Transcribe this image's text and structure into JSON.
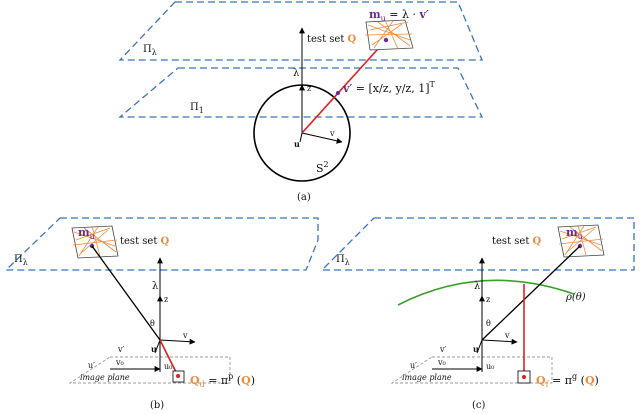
{
  "panel_a": {
    "top_plane": "Π",
    "top_plane_sub": "λ",
    "mid_plane": "Π",
    "mid_plane_sub": "1",
    "test_set": "test set",
    "Q": "Q",
    "mu_lhs": "m",
    "mu_sub": "u",
    "mu_rhs": " = λ · ",
    "v_prime": "v′",
    "lambda": "λ",
    "z": "z",
    "u": "u",
    "v": "v",
    "vprime_eq_lhs": "v′",
    "vprime_eq_rhs": " = [x/z, y/z, 1]",
    "transpose": "T",
    "sphere": "S",
    "sphere_exp": "2",
    "caption": "(a)"
  },
  "panel_b": {
    "plane": "Π",
    "plane_sub": "λ",
    "test_set": "test set",
    "Q": "Q",
    "mu": "m",
    "mu_sub": "u",
    "lambda": "λ",
    "z": "z",
    "theta": "θ",
    "u": "u",
    "v": "v",
    "u_prime": "u′",
    "v_prime": "v′",
    "u0": "u₀",
    "v0": "v₀",
    "image_plane": "image plane",
    "qd_lhs": "Q",
    "qd_sub": "d",
    "qd_eq": " = π",
    "qd_sup": "p",
    "qd_arg_open": " (",
    "qd_arg": "Q",
    "qd_arg_close": ")",
    "caption": "(b)"
  },
  "panel_c": {
    "plane": "Π",
    "plane_sub": "λ",
    "test_set": "test set",
    "Q": "Q",
    "mu": "m",
    "mu_sub": "u",
    "lambda": "λ",
    "z": "z",
    "theta": "θ",
    "rho": "ρ(θ)",
    "u": "u",
    "v": "v",
    "u_prime": "u′",
    "v_prime": "v′",
    "u0": "u₀",
    "v0": "v₀",
    "image_plane": "image plane",
    "qf_lhs": "Q",
    "qf_sub": "f",
    "qf_eq": " = π",
    "qf_sup": "g",
    "qf_arg_open": " (",
    "qf_arg": "Q",
    "qf_arg_close": ")",
    "caption": "(c)"
  },
  "colors": {
    "plane": "#3b73b9",
    "ray_red": "#e02020",
    "orange": "#f08a3c",
    "purple": "#6a2c91",
    "green": "#3aa02c"
  }
}
